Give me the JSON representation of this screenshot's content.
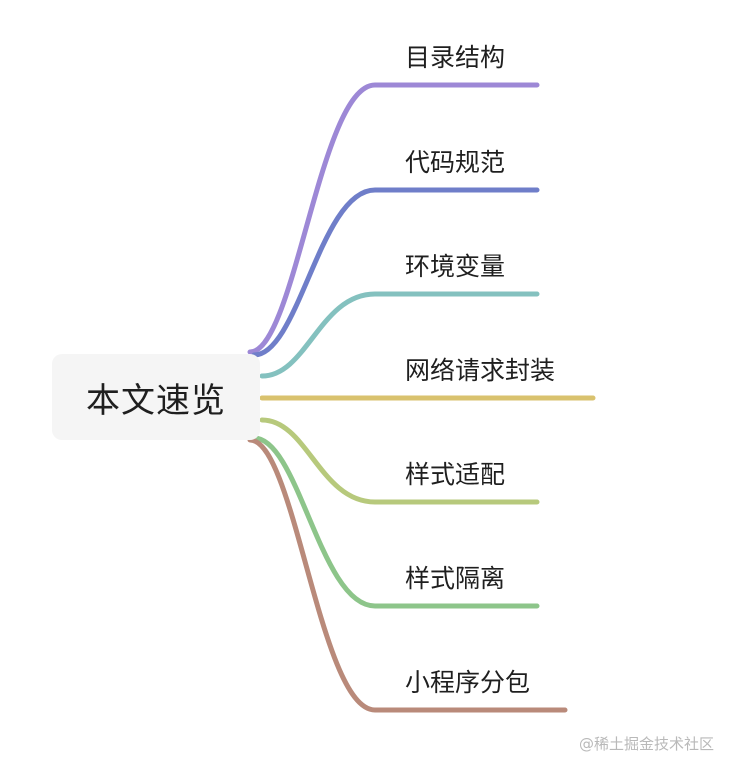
{
  "root": {
    "label": "本文速览"
  },
  "branches": [
    {
      "label": "目录结构",
      "color": "#9d88d6"
    },
    {
      "label": "代码规范",
      "color": "#6f7ec9"
    },
    {
      "label": "环境变量",
      "color": "#84c1bf"
    },
    {
      "label": "网络请求封装",
      "color": "#d9c26e"
    },
    {
      "label": "样式适配",
      "color": "#b7c97c"
    },
    {
      "label": "样式隔离",
      "color": "#8dc58a"
    },
    {
      "label": "小程序分包",
      "color": "#b98a7a"
    }
  ],
  "watermark": "@稀土掘金技术社区"
}
